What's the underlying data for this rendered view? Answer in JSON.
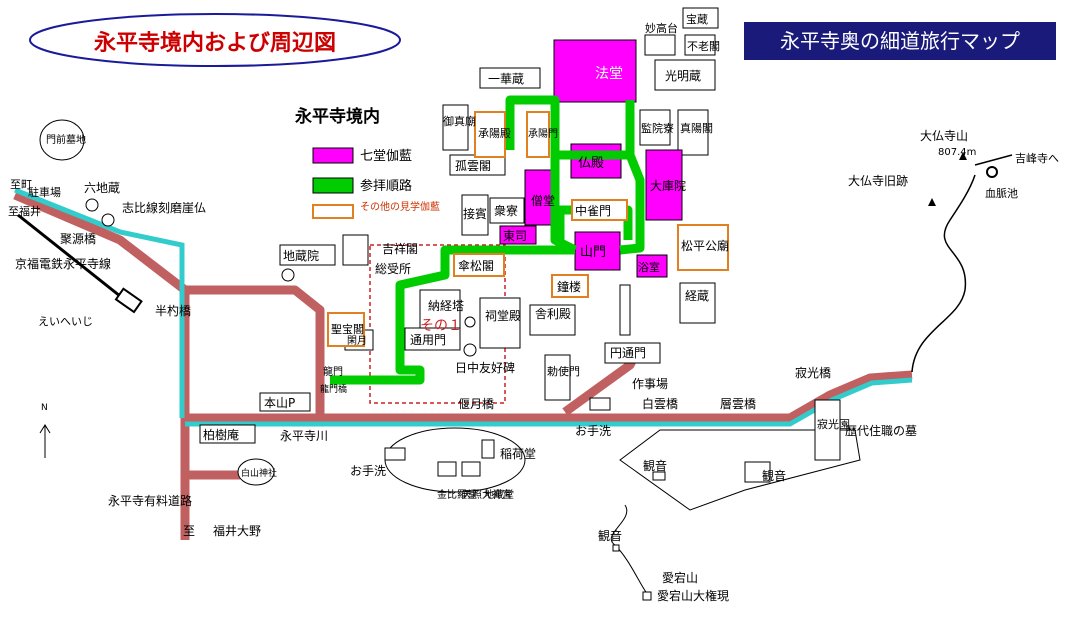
{
  "header": {
    "main_title": "永平寺境内および周辺図",
    "banner": "永平寺奥の細道旅行マップ",
    "precinct_label": "永平寺境内"
  },
  "legend": {
    "items": [
      {
        "label": "七堂伽藍",
        "color": "#ff00ff",
        "kind": "fill"
      },
      {
        "label": "参拝順路",
        "color": "#00cc00",
        "kind": "fill"
      },
      {
        "label": "その他の見学伽藍",
        "color": "#e08020",
        "kind": "outline"
      }
    ]
  },
  "colors": {
    "road": "#c06060",
    "river": "#33cccc",
    "route": "#00cc00",
    "hall": "#ff00ff",
    "other_hall": "#e08020",
    "title_ellipse_border": "#1a1a9a",
    "title_text": "#cc0000",
    "banner_bg": "#1a1a7a"
  },
  "icons": {
    "north_arrow": "north-arrow-icon",
    "post_office": "post-office-icon",
    "summit": "summit-triangle-icon"
  },
  "main_halls": [
    "法堂",
    "仏殿",
    "僧堂",
    "大庫院",
    "山門",
    "東司",
    "浴室",
    "中雀門"
  ],
  "other_halls": [
    "承陽殿",
    "承陽門",
    "傘松閣",
    "鐘楼",
    "松平公廟",
    "聖宝閣"
  ],
  "buildings": [
    "宝蔵",
    "妙高台",
    "不老閣",
    "光明蔵",
    "一華蔵",
    "御真廟",
    "孤雲閣",
    "監院寮",
    "真陽閣",
    "接賓",
    "衆寮",
    "吉祥閣",
    "総受所",
    "地蔵院",
    "納経塔",
    "祠堂殿",
    "舎利殿",
    "勅使門",
    "円通門",
    "経蔵",
    "通用門",
    "龍門",
    "閑月",
    "柏樹庵",
    "稲荷堂",
    "金比羅堂",
    "天照大神宮",
    "地蔵堂",
    "作事場"
  ],
  "bridges": [
    "半杓橋",
    "偃月橋",
    "白雲橋",
    "層雲橋",
    "寂光橋",
    "龍門橋",
    "聚源橋"
  ],
  "places": {
    "dir_machi": "至町",
    "parking": "駐車場",
    "dir_fukui": "至福井",
    "rokujizo": "六地蔵",
    "shibihiki": "志比線刻磨崖仏",
    "monzen_bochi": "門前墓地",
    "keifuku": "京福電鉄永平寺線",
    "eiheiji_station": "えいへいじ",
    "honzan_p": "本山P",
    "river": "永平寺川",
    "hakusan": "白山神社",
    "toll_road": "永平寺有料道路",
    "dir_bottom": "至",
    "dir_fukui_ono": "福井大野",
    "otearai1": "お手洗",
    "otearai2": "お手洗",
    "nicchu": "日中友好碑",
    "sono1": "その１",
    "kannon1": "観音",
    "kannon2": "観音",
    "kannon3": "観音",
    "jakkoen": "寂光園",
    "rekidai": "歴代住職の墓",
    "atagosan": "愛宕山",
    "atago_gongen": "愛宕山大権現",
    "daibutsuji_yama": "大仏寺山",
    "elevation": "807.4m",
    "daibutsuji_ato": "大仏寺旧跡",
    "chimyaku": "血脈池",
    "yoshimine": "吉峰寺へ"
  },
  "north_label": "N"
}
